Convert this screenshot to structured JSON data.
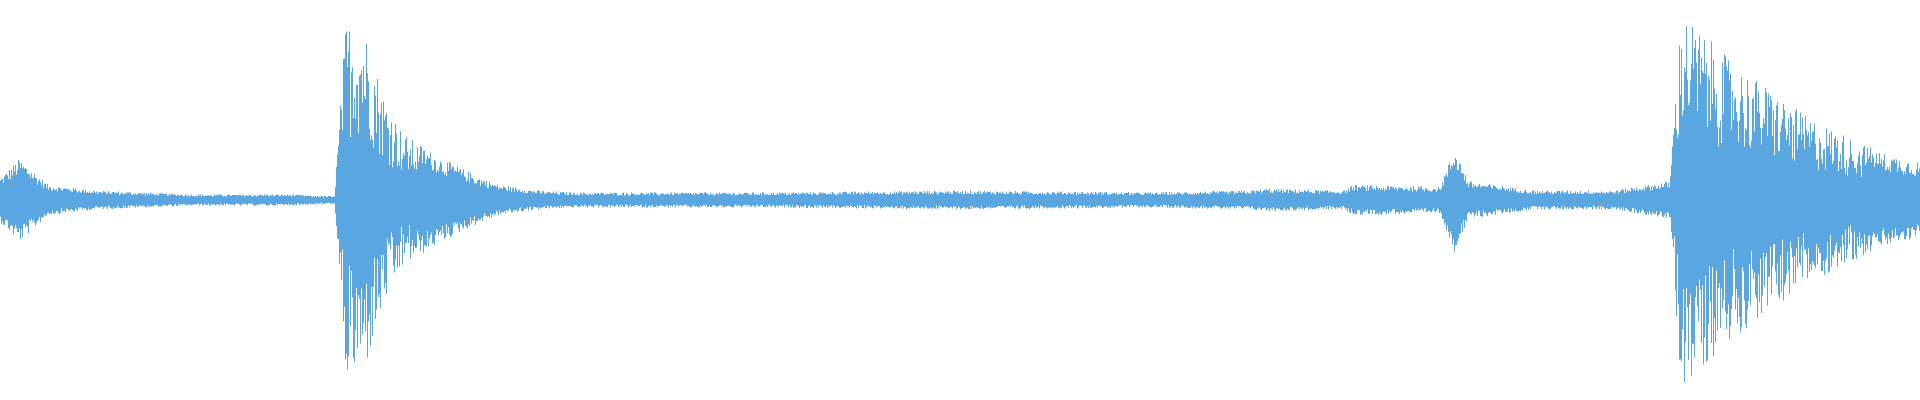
{
  "waveform": {
    "color": "#5aa6e0",
    "background": "#ffffff"
  },
  "chart_data": {
    "type": "waveform",
    "x": [
      0,
      0.01,
      0.025,
      0.05,
      0.1,
      0.15,
      0.174,
      0.18,
      0.19,
      0.2,
      0.21,
      0.23,
      0.25,
      0.26,
      0.28,
      0.3,
      0.4,
      0.5,
      0.6,
      0.65,
      0.66,
      0.7,
      0.705,
      0.75,
      0.758,
      0.765,
      0.8,
      0.84,
      0.87,
      0.872,
      0.876,
      0.88,
      0.9,
      0.92,
      0.94,
      0.96,
      0.98,
      1.0
    ],
    "amplitude": [
      0.12,
      0.22,
      0.08,
      0.05,
      0.03,
      0.03,
      0.02,
      0.95,
      0.9,
      0.55,
      0.35,
      0.22,
      0.12,
      0.08,
      0.05,
      0.04,
      0.04,
      0.05,
      0.04,
      0.05,
      0.06,
      0.05,
      0.08,
      0.07,
      0.28,
      0.1,
      0.05,
      0.05,
      0.1,
      0.45,
      1.0,
      0.95,
      0.75,
      0.6,
      0.45,
      0.35,
      0.25,
      0.2
    ],
    "ylim": [
      -1,
      1
    ]
  }
}
